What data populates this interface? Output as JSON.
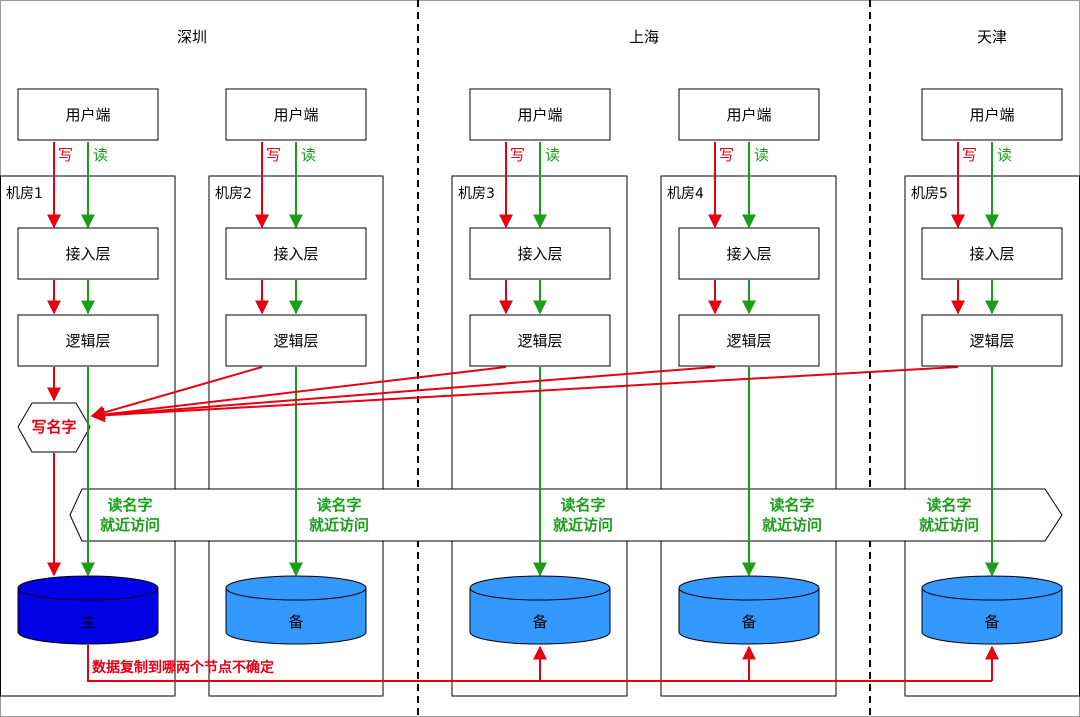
{
  "regions": [
    "深圳",
    "上海",
    "天津"
  ],
  "rooms": [
    "机房1",
    "机房2",
    "机房3",
    "机房4",
    "机房5"
  ],
  "labels": {
    "client": "用户端",
    "write": "写",
    "read": "读",
    "access_layer": "接入层",
    "logic_layer": "逻辑层",
    "write_name": "写名字",
    "read_name_line1": "读名字",
    "read_name_line2": "就近访问",
    "primary_db": "主",
    "backup_db": "备",
    "replication_note": "数据复制到哪两个节点不确定"
  },
  "colors": {
    "write": "#e60012",
    "read": "#1a9e1a",
    "primary_db": "#0000e6",
    "backup_db": "#3399ff"
  }
}
